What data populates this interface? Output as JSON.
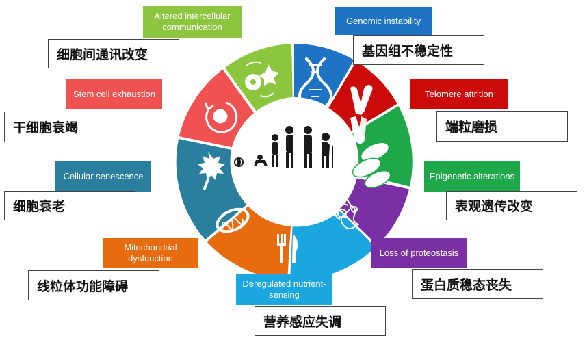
{
  "hallmarks": [
    {
      "id": "genomic",
      "en": "Genomic instability",
      "cn": "基因组不稳定性",
      "color": "#1f73c4"
    },
    {
      "id": "telomere",
      "en": "Telomere attrition",
      "cn": "端粒磨损",
      "color": "#cc0a0a"
    },
    {
      "id": "epigenetic",
      "en": "Epigenetic alterations",
      "cn": "表观遗传改变",
      "color": "#1ea84a"
    },
    {
      "id": "proteostasis",
      "en": "Loss of proteostasis",
      "cn": "蛋白质稳态丧失",
      "color": "#7a2fa4"
    },
    {
      "id": "nutrient",
      "en": "Deregulated nutrient-sensing",
      "cn": "营养感应失调",
      "color": "#1aa6de"
    },
    {
      "id": "mito",
      "en": "Mitochondrial dysfunction",
      "cn": "线粒体功能障碍",
      "color": "#e66c0f"
    },
    {
      "id": "senescence",
      "en": "Cellular senescence",
      "cn": "细胞衰老",
      "color": "#2b7f9e"
    },
    {
      "id": "stemcell",
      "en": "Stem cell exhaustion",
      "cn": "干细胞衰竭",
      "color": "#f05252"
    },
    {
      "id": "intercellular",
      "en": "Altered intercellular communication",
      "cn": "细胞间通讯改变",
      "color": "#8cc63e"
    }
  ]
}
